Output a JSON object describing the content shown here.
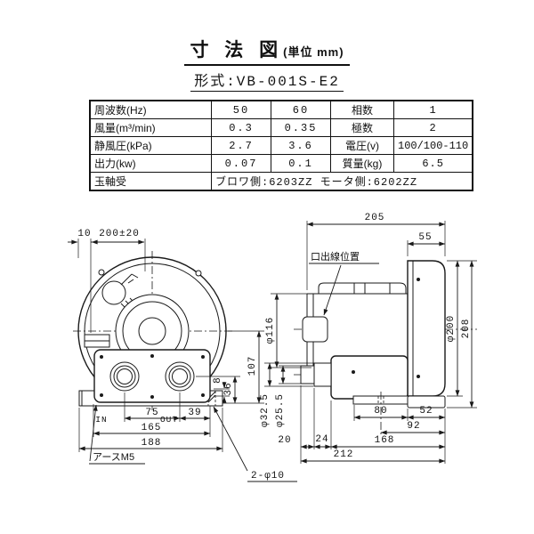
{
  "header": {
    "title": "寸 法 図",
    "title_unit": "(単位 mm)",
    "model_label": "形式:",
    "model_value": "VB-001S-E2"
  },
  "spec_table": {
    "rows": [
      {
        "label": "周波数(Hz)",
        "v1": "50",
        "v2": "60",
        "label2": "相数",
        "v3": "1"
      },
      {
        "label": "風量(m³/min)",
        "v1": "0.3",
        "v2": "0.35",
        "label2": "極数",
        "v3": "2"
      },
      {
        "label": "静風圧(kPa)",
        "v1": "2.7",
        "v2": "3.6",
        "label2": "電圧(v)",
        "v3": "100/100-110"
      },
      {
        "label": "出力(kw)",
        "v1": "0.07",
        "v2": "0.1",
        "label2": "質量(kg)",
        "v3": "6.5"
      },
      {
        "label": "玉軸受",
        "value": "ブロワ側:6203ZZ モータ側:6202ZZ"
      }
    ]
  },
  "front_view": {
    "dim_10": "10",
    "dim_200": "200±20",
    "dim_8": "8",
    "dim_36": "36",
    "dim_107": "107",
    "label_in": "IN",
    "label_out": "OUT",
    "dim_75": "75",
    "dim_39": "39",
    "dim_165": "165",
    "dim_188": "188",
    "earth_label": "アースM5",
    "holes_label": "2-φ10"
  },
  "side_view": {
    "dim_205": "205",
    "dim_55": "55",
    "lead_wire_label": "口出線位置",
    "dia_116": "φ116",
    "dia_200": "φ200",
    "dim_208": "208",
    "dia_32_5": "φ32.5",
    "dia_25_5": "φ25.5",
    "dim_20": "20",
    "dim_24": "24",
    "dim_80": "80",
    "dim_52": "52",
    "dim_92": "92",
    "dim_168": "168",
    "dim_212": "212"
  },
  "colors": {
    "line": "#1a1a1a",
    "background": "#ffffff"
  }
}
